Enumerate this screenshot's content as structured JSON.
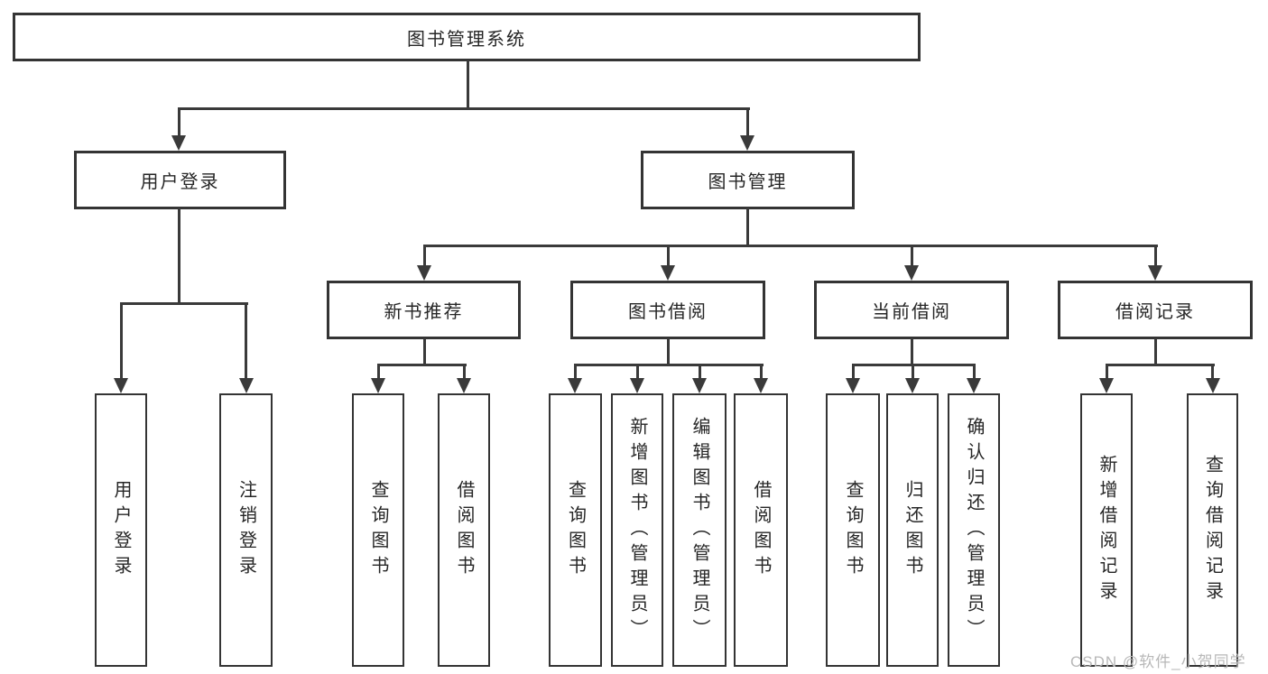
{
  "tree": {
    "label": "图书管理系统",
    "children": [
      {
        "label": "用户登录",
        "children": [
          {
            "label": "用户登录"
          },
          {
            "label": "注销登录"
          }
        ]
      },
      {
        "label": "图书管理",
        "children": [
          {
            "label": "新书推荐",
            "children": [
              {
                "label": "查询图书"
              },
              {
                "label": "借阅图书"
              }
            ]
          },
          {
            "label": "图书借阅",
            "children": [
              {
                "label": "查询图书"
              },
              {
                "label": "新增图书（管理员）"
              },
              {
                "label": "编辑图书（管理员）"
              },
              {
                "label": "借阅图书"
              }
            ]
          },
          {
            "label": "当前借阅",
            "children": [
              {
                "label": "查询图书"
              },
              {
                "label": "归还图书"
              },
              {
                "label": "确认归还（管理员）"
              }
            ]
          },
          {
            "label": "借阅记录",
            "children": [
              {
                "label": "新增借阅记录"
              },
              {
                "label": "查询借阅记录"
              }
            ]
          }
        ]
      }
    ]
  },
  "watermark": {
    "text": "CSDN @软件_小贺同学"
  },
  "colors": {
    "line": "#3a3a3a",
    "box_border": "#343434",
    "text": "#262626",
    "watermark": "#b8b8b8",
    "background": "#ffffff"
  }
}
